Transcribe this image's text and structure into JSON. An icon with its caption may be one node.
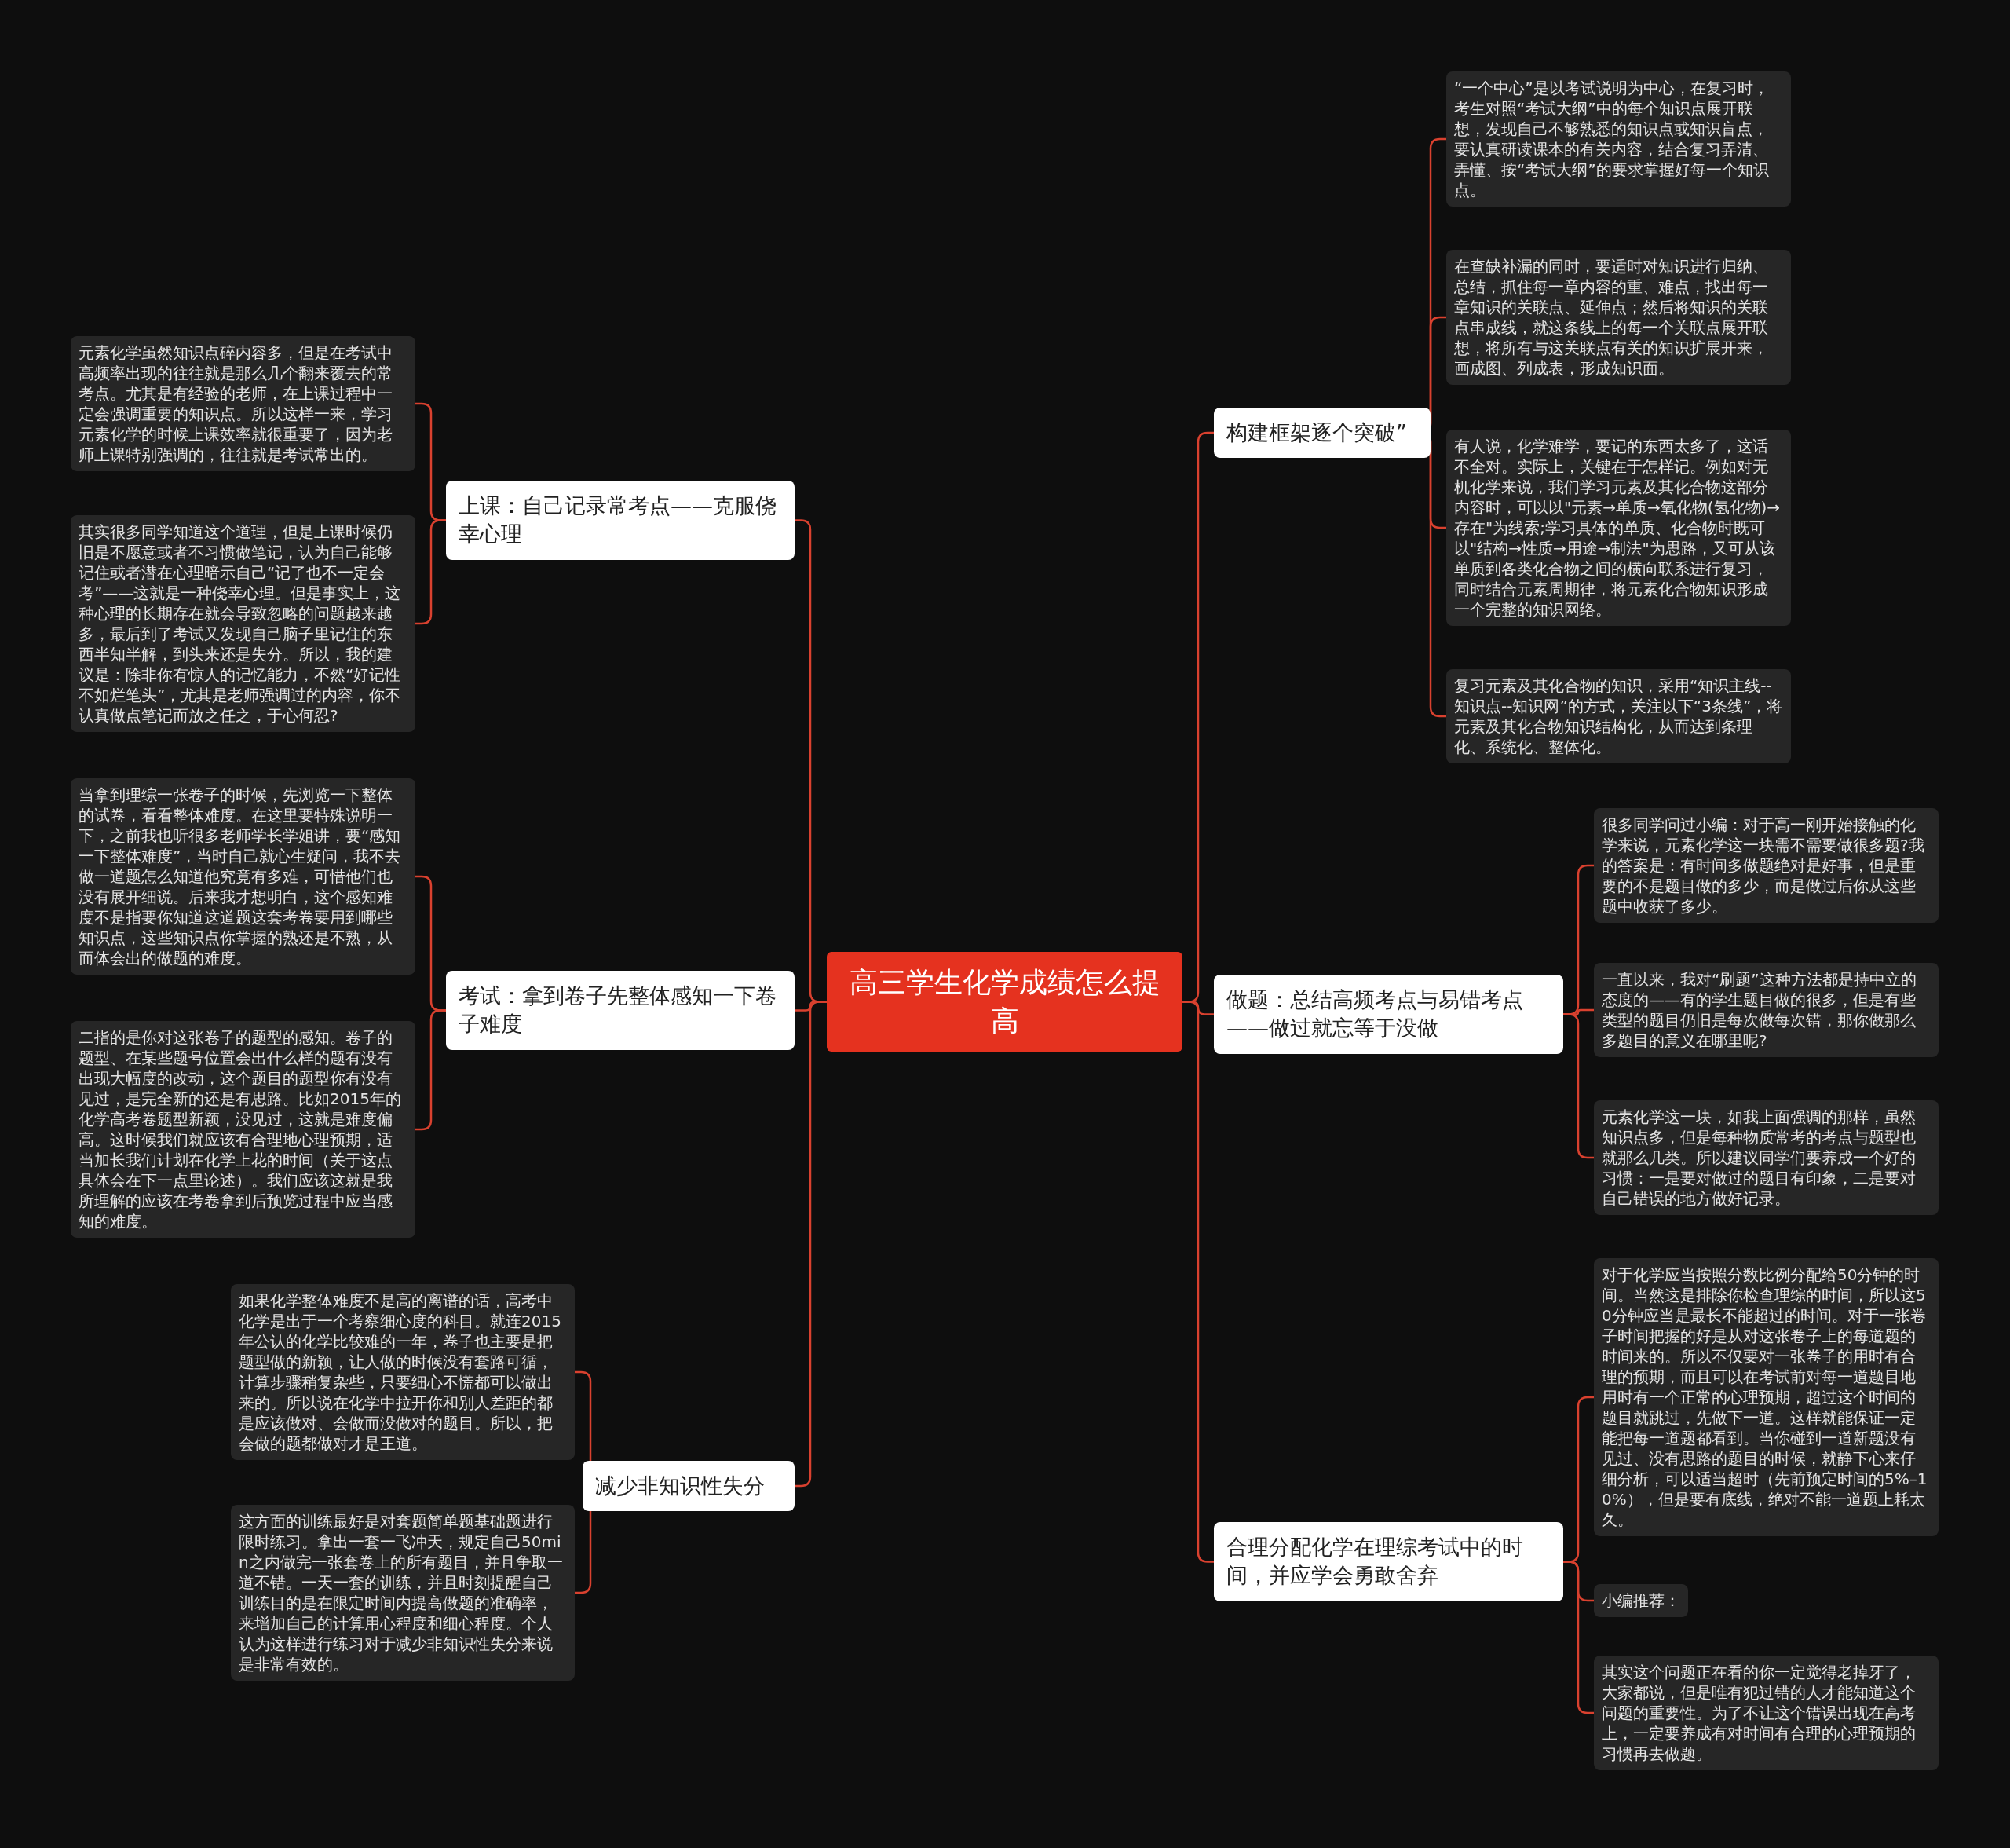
{
  "diagram": {
    "nodes": [
      {
        "text": [
          "高三学生化学成绩怎么提高"
        ]
      },
      {
        "text": [
          "构建框架逐个突破”"
        ]
      },
      {
        "text": [
          "“一个中心”是以考试说明为中心，在复习时，考生对照“考试大纲”中的每个知识点展开联想，发现自己不够熟悉的知识点或知识盲点，要认真研读课本的有关内容，结合复习弄清、弄懂、按“考试大纲”的要求掌握好每一个知识点。"
        ]
      },
      {
        "text": [
          "在查缺补漏的同时，要适时对知识进行归纳、总结，抓住每一章内容的重、难点，找出每一章知识的关联点、延伸点；然后将知识的关联点串成线，就这条线上的每一个关联点展开联想，将所有与这关联点有关的知识扩展开来，画成图、列成表，形成知识面。"
        ]
      },
      {
        "text": [
          "有人说，化学难学，要记的东西太多了，这话不全对。实际上，关键在于怎样记。例如对无机化学来说，我们学习元素及其化合物这部分内容时，可以以\"元素→单质→氧化物(氢化物)→存在\"为线索;学习具体的单质、化合物时既可以\"结构→性质→用途→制法\"为思路，又可从该单质到各类化合物之间的横向联系进行复习，同时结合元素周期律，将元素化合物知识形成一个完整的知识网络。"
        ]
      },
      {
        "text": [
          "复习元素及其化合物的知识，采用“知识主线--知识点--知识网”的方式，关注以下“3条线”，将元素及其化合物知识结构化，从而达到条理化、系统化、整体化。"
        ]
      },
      {
        "text": [
          "做题：总结高频考点与易错考点——做过就忘等于没做"
        ]
      },
      {
        "text": [
          "很多同学问过小编：对于高一刚开始接触的化学来说，元素化学这一块需不需要做很多题?我的答案是：有时间多做题绝对是好事，但是重要的不是题目做的多少，而是做过后你从这些题中收获了多少。"
        ]
      },
      {
        "text": [
          "一直以来，我对“刷题”这种方法都是持中立的态度的——有的学生题目做的很多，但是有些类型的题目仍旧是每次做每次错，那你做那么多题目的意义在哪里呢?"
        ]
      },
      {
        "text": [
          "元素化学这一块，如我上面强调的那样，虽然知识点多，但是每种物质常考的考点与题型也就那么几类。所以建议同学们要养成一个好的习惯：一是要对做过的题目有印象，二是要对自己错误的地方做好记录。"
        ]
      },
      {
        "text": [
          "合理分配化学在理综考试中的时间，并应学会勇敢舍弃"
        ]
      },
      {
        "text": [
          "对于化学应当按照分数比例分配给50分钟的时间。当然这是排除你检查理综的时间，所以这50分钟应当是最长不能超过的时间。对于一张卷子时间把握的好是从对这张卷子上的每道题的时间来的。所以不仅要对一张卷子的用时有合理的预期，而且可以在考试前对每一道题目地用时有一个正常的心理预期，超过这个时间的题目就跳过，先做下一道。这样就能保证一定能把每一道题都看到。当你碰到一道新题没有见过、没有思路的题目的时候，就静下心来仔细分析，可以适当超时（先前预定时间的5%–10%），但是要有底线，绝对不能一道题上耗太久。"
        ]
      },
      {
        "text": [
          "小编推荐："
        ]
      },
      {
        "text": [
          "其实这个问题正在看的你一定觉得老掉牙了，大家都说，但是唯有犯过错的人才能知道这个问题的重要性。为了不让这个错误出现在高考上，一定要养成有对时间有合理的心理预期的习惯再去做题。"
        ]
      },
      {
        "text": [
          "上课：自己记录常考点——克服侥幸心理"
        ]
      },
      {
        "text": [
          "元素化学虽然知识点碎内容多，但是在考试中高频率出现的往往就是那么几个翻来覆去的常考点。尤其是有经验的老师，在上课过程中一定会强调重要的知识点。所以这样一来，学习元素化学的时候上课效率就很重要了，因为老师上课特别强调的，往往就是考试常出的。"
        ]
      },
      {
        "text": [
          "其实很多同学知道这个道理，但是上课时候仍旧是不愿意或者不习惯做笔记，认为自己能够记住或者潜在心理暗示自己“记了也不一定会考”——这就是一种侥幸心理。但是事实上，这种心理的长期存在就会导致忽略的问题越来越多，最后到了考试又发现自己脑子里记住的东西半知半解，到头来还是失分。所以，我的建议是：除非你有惊人的记忆能力，不然“好记性不如烂笔头”，尤其是老师强调过的内容，你不认真做点笔记而放之任之，于心何忍?"
        ]
      },
      {
        "text": [
          "考试：拿到卷子先整体感知一下卷子难度"
        ]
      },
      {
        "text": [
          "当拿到理综一张卷子的时候，先浏览一下整体的试卷，看看整体难度。在这里要特殊说明一下，之前我也听很多老师学长学姐讲，要“感知一下整体难度”，当时自己就心生疑问，我不去做一道题怎么知道他究竟有多难，可惜他们也没有展开细说。后来我才想明白，这个感知难度不是指要你知道这道题这套考卷要用到哪些知识点，这些知识点你掌握的熟还是不熟，从而体会出的做题的难度。"
        ]
      },
      {
        "text": [
          "二指的是你对这张卷子的题型的感知。卷子的题型、在某些题号位置会出什么样的题有没有出现大幅度的改动，这个题目的题型你有没有见过，是完全新的还是有思路。比如2015年的化学高考卷题型新颖，没见过，这就是难度偏高。这时候我们就应该有合理地心理预期，适当加长我们计划在化学上花的时间（关于这点具体会在下一点里论述）。我们应该这就是我所理解的应该在考卷拿到后预览过程中应当感知的难度。"
        ]
      },
      {
        "text": [
          "减少非知识性失分"
        ]
      },
      {
        "text": [
          "如果化学整体难度不是高的离谱的话，高考中化学是出于一个考察细心度的科目。就连2015年公认的化学比较难的一年，卷子也主要是把题型做的新颖，让人做的时候没有套路可循，计算步骤稍复杂些，只要细心不慌都可以做出来的。所以说在化学中拉开你和别人差距的都是应该做对、会做而没做对的题目。所以，把会做的题都做对才是王道。"
        ]
      },
      {
        "text": [
          "这方面的训练最好是对套题简单题基础题进行限时练习。拿出一套一飞冲天，规定自己50min之内做完一张套卷上的所有题目，并且争取一道不错。一天一套的训练，并且时刻提醒自己训练目的是在限定时间内提高做题的准确率，来增加自己的计算用心程度和细心程度。个人认为这样进行练习对于减少非知识性失分来说是非常有效的。"
        ]
      }
    ],
    "edges": [
      {
        "from": 0,
        "to": 1,
        "arrow": "none"
      },
      {
        "from": 1,
        "to": 2,
        "arrow": "none"
      },
      {
        "from": 1,
        "to": 3,
        "arrow": "none"
      },
      {
        "from": 1,
        "to": 4,
        "arrow": "none"
      },
      {
        "from": 1,
        "to": 5,
        "arrow": "none"
      },
      {
        "from": 0,
        "to": 6,
        "arrow": "none"
      },
      {
        "from": 6,
        "to": 7,
        "arrow": "none"
      },
      {
        "from": 6,
        "to": 8,
        "arrow": "none"
      },
      {
        "from": 6,
        "to": 9,
        "arrow": "none"
      },
      {
        "from": 0,
        "to": 10,
        "arrow": "none"
      },
      {
        "from": 10,
        "to": 11,
        "arrow": "none"
      },
      {
        "from": 10,
        "to": 12,
        "arrow": "none"
      },
      {
        "from": 10,
        "to": 13,
        "arrow": "none"
      },
      {
        "from": 0,
        "to": 14,
        "arrow": "none"
      },
      {
        "from": 14,
        "to": 15,
        "arrow": "none"
      },
      {
        "from": 14,
        "to": 16,
        "arrow": "none"
      },
      {
        "from": 0,
        "to": 17,
        "arrow": "none"
      },
      {
        "from": 17,
        "to": 18,
        "arrow": "none"
      },
      {
        "from": 17,
        "to": 19,
        "arrow": "none"
      },
      {
        "from": 0,
        "to": 20,
        "arrow": "none"
      },
      {
        "from": 20,
        "to": 21,
        "arrow": "none"
      },
      {
        "from": 20,
        "to": 22,
        "arrow": "none"
      }
    ]
  }
}
